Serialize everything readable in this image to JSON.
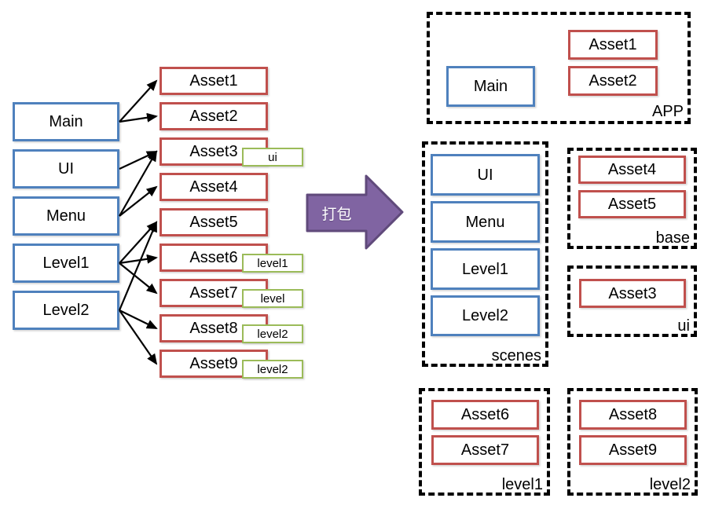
{
  "left_panel": {
    "scene_nodes": [
      {
        "label": "Main"
      },
      {
        "label": "UI"
      },
      {
        "label": "Menu"
      },
      {
        "label": "Level1"
      },
      {
        "label": "Level2"
      }
    ],
    "asset_nodes": [
      {
        "label": "Asset1",
        "tag": null
      },
      {
        "label": "Asset2",
        "tag": null
      },
      {
        "label": "Asset3",
        "tag": "ui"
      },
      {
        "label": "Asset4",
        "tag": null
      },
      {
        "label": "Asset5",
        "tag": null
      },
      {
        "label": "Asset6",
        "tag": "level1"
      },
      {
        "label": "Asset7",
        "tag": "level"
      },
      {
        "label": "Asset8",
        "tag": "level2"
      },
      {
        "label": "Asset9",
        "tag": "level2"
      }
    ]
  },
  "edges": [
    [
      "Main",
      "Asset1"
    ],
    [
      "Main",
      "Asset2"
    ],
    [
      "UI",
      "Asset3"
    ],
    [
      "Menu",
      "Asset3"
    ],
    [
      "Menu",
      "Asset4"
    ],
    [
      "Level1",
      "Asset5"
    ],
    [
      "Level1",
      "Asset6"
    ],
    [
      "Level1",
      "Asset7"
    ],
    [
      "Level2",
      "Asset5"
    ],
    [
      "Level2",
      "Asset8"
    ],
    [
      "Level2",
      "Asset9"
    ]
  ],
  "pack_arrow": {
    "label": "打包"
  },
  "bundles": [
    {
      "label": "APP",
      "scene_boxes": [
        "Main"
      ],
      "asset_boxes": [
        "Asset1",
        "Asset2"
      ]
    },
    {
      "label": "scenes",
      "scene_boxes": [
        "UI",
        "Menu",
        "Level1",
        "Level2"
      ],
      "asset_boxes": []
    },
    {
      "label": "base",
      "scene_boxes": [],
      "asset_boxes": [
        "Asset4",
        "Asset5"
      ]
    },
    {
      "label": "ui",
      "scene_boxes": [],
      "asset_boxes": [
        "Asset3"
      ]
    },
    {
      "label": "level1",
      "scene_boxes": [],
      "asset_boxes": [
        "Asset6",
        "Asset7"
      ]
    },
    {
      "label": "level2",
      "scene_boxes": [],
      "asset_boxes": [
        "Asset8",
        "Asset9"
      ]
    }
  ],
  "colors": {
    "scene_border": "#4F81BD",
    "asset_border": "#C0504D",
    "tag_border": "#9BBB59",
    "arrow_fill": "#8064A2",
    "arrow_border": "#604A7B",
    "edge_color": "#000000"
  }
}
